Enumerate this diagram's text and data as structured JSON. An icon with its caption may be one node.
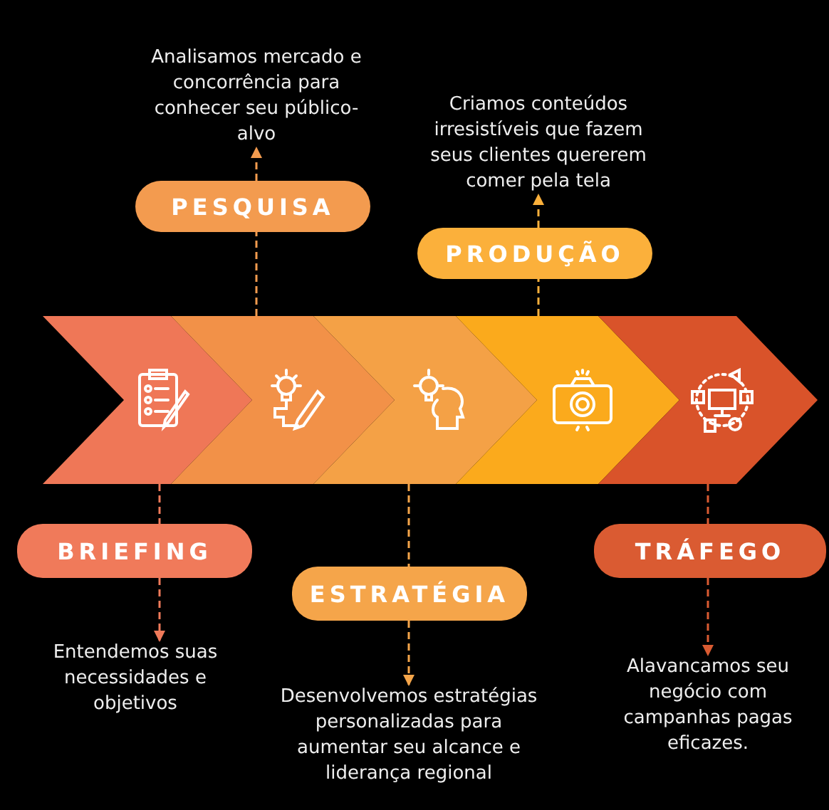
{
  "diagram": {
    "nodes": [
      {
        "text": [
          "Analisamos mercado e concorrência para conhecer seu público-alvo"
        ]
      },
      {
        "text": [
          "PESQUISA"
        ]
      },
      {
        "text": [
          "Criamos conteúdos irresistíveis que fazem seus clientes quererem comer pela tela"
        ]
      },
      {
        "text": [
          "PRODUÇÃO"
        ]
      },
      {
        "text": [],
        "shape": "chevron"
      },
      {
        "text": [],
        "shape": "chevron"
      },
      {
        "text": [],
        "shape": "chevron"
      },
      {
        "text": [],
        "shape": "chevron"
      },
      {
        "text": [],
        "shape": "chevron"
      },
      {
        "text": [
          "BRIEFING"
        ]
      },
      {
        "text": [
          "ESTRATÉGIA"
        ]
      },
      {
        "text": [
          "TRÁFEGO"
        ]
      },
      {
        "text": [
          "Entendemos suas necessidades e objetivos"
        ]
      },
      {
        "text": [
          "Desenvolvemos estratégias personalizadas para aumentar seu alcance e liderança regional"
        ]
      },
      {
        "text": [
          "Alavancamos seu negócio com campanhas pagas eficazes."
        ]
      }
    ],
    "edges": [
      {
        "from": 4,
        "to": 9,
        "arrow": "none",
        "style": "dashed",
        "color": "#f07a5a"
      },
      {
        "from": 9,
        "to": 12,
        "arrow": "to",
        "style": "dashed",
        "color": "#f07a5a"
      },
      {
        "from": 5,
        "to": 1,
        "arrow": "none",
        "style": "dashed",
        "color": "#f39b4f"
      },
      {
        "from": 1,
        "to": 0,
        "arrow": "to",
        "style": "dashed",
        "color": "#f39b4f"
      },
      {
        "from": 6,
        "to": 10,
        "arrow": "none",
        "style": "dashed",
        "color": "#f5a54a"
      },
      {
        "from": 10,
        "to": 13,
        "arrow": "to",
        "style": "dashed",
        "color": "#f5a54a"
      },
      {
        "from": 7,
        "to": 3,
        "arrow": "none",
        "style": "dashed",
        "color": "#fbb03b"
      },
      {
        "from": 3,
        "to": 2,
        "arrow": "to",
        "style": "dashed",
        "color": "#fbb03b"
      },
      {
        "from": 8,
        "to": 11,
        "arrow": "none",
        "style": "dashed",
        "color": "#da5b32"
      },
      {
        "from": 11,
        "to": 14,
        "arrow": "to",
        "style": "dashed",
        "color": "#da5b32"
      }
    ]
  }
}
